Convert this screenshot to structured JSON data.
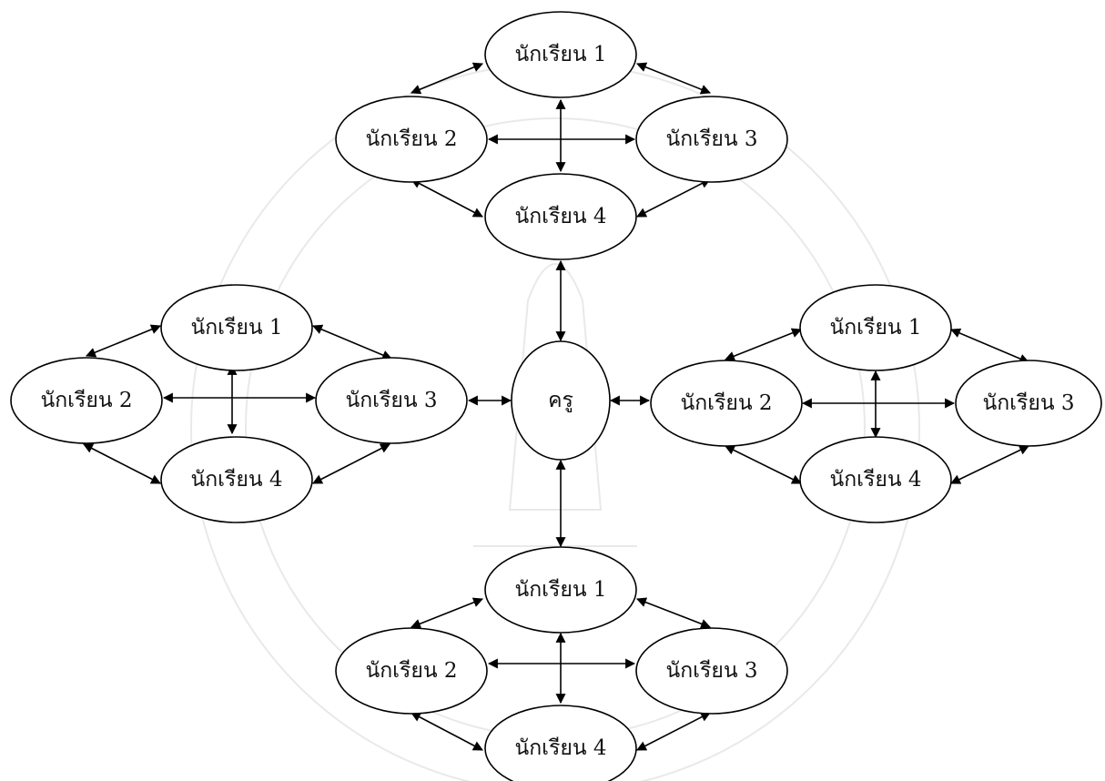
{
  "diagram": {
    "teacher": "ครู",
    "groups": {
      "top": {
        "s1": "นักเรียน 1",
        "s2": "นักเรียน 2",
        "s3": "นักเรียน 3",
        "s4": "นักเรียน 4"
      },
      "left": {
        "s1": "นักเรียน 1",
        "s2": "นักเรียน 2",
        "s3": "นักเรียน 3",
        "s4": "นักเรียน 4"
      },
      "right": {
        "s1": "นักเรียน 1",
        "s2": "นักเรียน 2",
        "s3": "นักเรียน 3",
        "s4": "นักเรียน 4"
      },
      "bottom": {
        "s1": "นักเรียน 1",
        "s2": "นักเรียน 2",
        "s3": "นักเรียน 3",
        "s4": "นักเรียน 4"
      }
    },
    "connections": [
      [
        "teacher",
        "top.s4"
      ],
      [
        "teacher",
        "left.s3"
      ],
      [
        "teacher",
        "right.s2"
      ],
      [
        "teacher",
        "bottom.s1"
      ],
      [
        "s1",
        "s2"
      ],
      [
        "s1",
        "s3"
      ],
      [
        "s2",
        "s4"
      ],
      [
        "s3",
        "s4"
      ],
      [
        "s2",
        "s3"
      ],
      [
        "s1",
        "s4"
      ]
    ],
    "colors": {
      "stroke": "#000000",
      "fill": "#ffffff",
      "watermark": "#e9e9e9"
    }
  }
}
